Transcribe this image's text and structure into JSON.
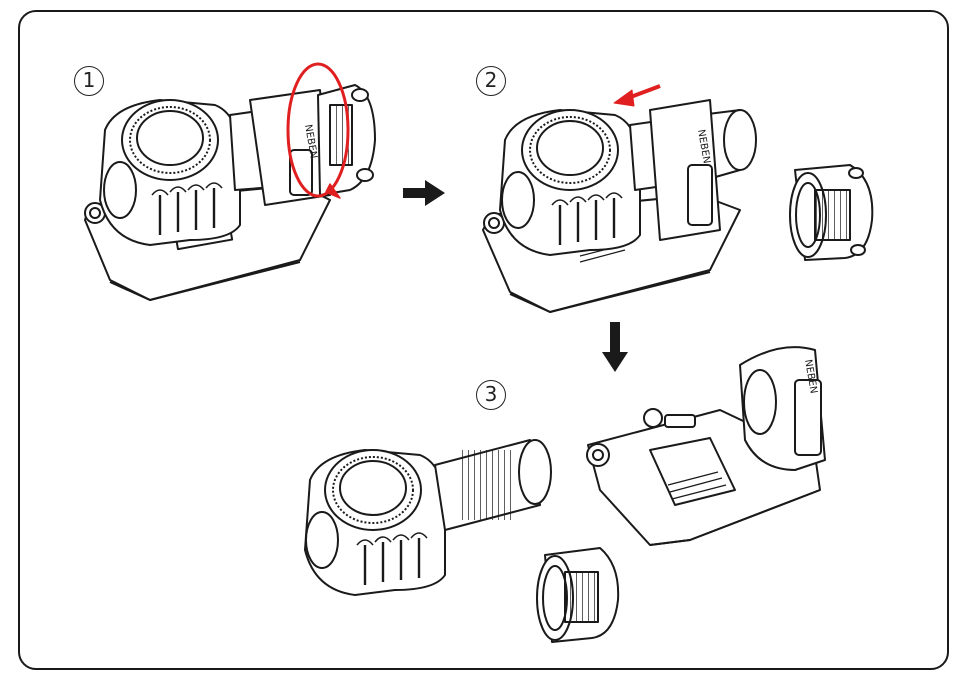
{
  "steps": [
    {
      "number": "1"
    },
    {
      "number": "2"
    },
    {
      "number": "3"
    }
  ],
  "colors": {
    "line": "#1a1a1a",
    "accent_arrow": "#e02020",
    "background": "#ffffff"
  },
  "icons": {
    "flow_right": "arrow-right-icon",
    "flow_down": "arrow-down-icon",
    "rotate": "rotate-arrow-icon",
    "slide_out": "slide-left-arrow-icon"
  }
}
